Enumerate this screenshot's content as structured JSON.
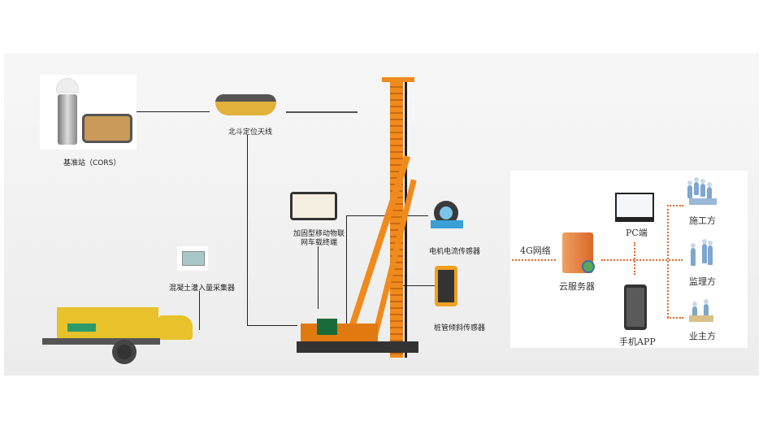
{
  "nodes": {
    "base_station": "基准站（CORS）",
    "beidou_antenna": "北斗定位天线",
    "terminal": [
      "加固型移动物联",
      "网车载终端"
    ],
    "motor_sensor": "电机电流传感器",
    "tilt_sensor": "桩管倾斜传感器",
    "concrete_collector": "混凝土灌入量采集器"
  },
  "network": {
    "link": "4G网络",
    "server": "云服务器",
    "pc": "PC端",
    "app": "手机APP",
    "parties": [
      "施工方",
      "监理方",
      "业主方"
    ]
  },
  "colors": {
    "link": "#e06a2a",
    "rig": "#f08a1c",
    "pump": "#e8c22a"
  }
}
